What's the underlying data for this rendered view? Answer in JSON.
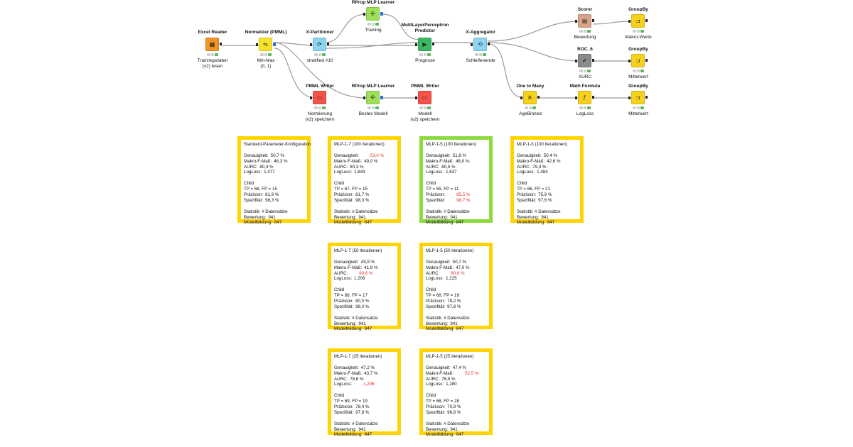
{
  "workflow": {
    "nodes": [
      {
        "id": "excel-reader",
        "title": "Excel Reader",
        "label": "Trainingsdaten\n(v2) lesen",
        "icon": "excel-reader-icon",
        "color": "#f29424"
      },
      {
        "id": "normalizer",
        "title": "Normalizer (PMML)",
        "label": "Min-Max\n(0, 1)",
        "icon": "normalizer-icon",
        "color": "#f8e22c"
      },
      {
        "id": "x-partitioner",
        "title": "X-Partitioner",
        "label": "stratified #10",
        "icon": "loop-start-icon",
        "color": "#8dd4f1"
      },
      {
        "id": "rprop-learner-1",
        "title": "RProp MLP Learner",
        "label": "Training",
        "icon": "neural-net-icon",
        "color": "#9fe05a"
      },
      {
        "id": "mlp-predictor",
        "title": "MultiLayerPerceptron\nPredictor",
        "label": "Prognose",
        "icon": "predictor-icon",
        "color": "#39b860"
      },
      {
        "id": "x-aggregator",
        "title": "X-Aggregator",
        "label": "Schleifenende",
        "icon": "loop-end-icon",
        "color": "#8dd4f1"
      },
      {
        "id": "scorer",
        "title": "Scorer",
        "label": "Bewertung",
        "icon": "scorer-icon",
        "color": "#d8a48a"
      },
      {
        "id": "groupby-1",
        "title": "GroupBy",
        "label": "Makro-Werte",
        "icon": "groupby-icon",
        "color": "#f8d11c"
      },
      {
        "id": "roc",
        "title": "ROC_6",
        "label": "AURC",
        "icon": "roc-icon",
        "color": "#8b8b8b"
      },
      {
        "id": "groupby-2",
        "title": "GroupBy",
        "label": "Mittelwert",
        "icon": "groupby-icon",
        "color": "#f8d11c"
      },
      {
        "id": "pmml-writer-1",
        "title": "PMML Writer",
        "label": "Normierung\n(v2) speichern",
        "icon": "pmml-writer-icon",
        "color": "#f4534a"
      },
      {
        "id": "rprop-learner-2",
        "title": "RProp MLP Learner",
        "label": "Bestes Modell",
        "icon": "neural-net-icon",
        "color": "#9fe05a"
      },
      {
        "id": "pmml-writer-2",
        "title": "PMML Writer",
        "label": "Modell\n(v2) speichern",
        "icon": "pmml-writer-icon",
        "color": "#f4534a"
      },
      {
        "id": "one-to-many",
        "title": "One to Many",
        "label": "AgeBinned",
        "icon": "one-to-many-icon",
        "color": "#f8d11c"
      },
      {
        "id": "math-formula",
        "title": "Math Formula",
        "label": "LogLoss",
        "icon": "math-formula-icon",
        "color": "#f8d11c"
      },
      {
        "id": "groupby-3",
        "title": "GroupBy",
        "label": "Mittelwert",
        "icon": "groupby-icon",
        "color": "#f8d11c"
      }
    ]
  },
  "annotations": [
    {
      "id": "std",
      "title": "Standard-Parameter-Konfiguration",
      "rows": [
        {
          "k": "Genauigkeit:",
          "v": "50,7 %"
        },
        {
          "k": "Makro-F-Maß:",
          "v": "46,3 %"
        },
        {
          "k": "AURC:",
          "v": "80,4 %"
        },
        {
          "k": "LogLoss:",
          "v": "1,477"
        }
      ],
      "child_tp": "TP = 68, FP = 15",
      "child_rows": [
        {
          "k": "Präzision:",
          "v": "81,9 %"
        },
        {
          "k": "Spezifität:",
          "v": "98,3 %"
        }
      ],
      "bewertung": "941",
      "modellbildung": "847",
      "border": "#ffd400"
    },
    {
      "id": "mlp17-100",
      "title": "MLP-1-7 (100 Iterationen)",
      "rows": [
        {
          "k": "Genauigkeit:",
          "v": "53,0 %",
          "red": true
        },
        {
          "k": "Makro-F-Maß:",
          "v": "49,0 %"
        },
        {
          "k": "AURC:",
          "v": "80,3 %"
        },
        {
          "k": "LogLoss:",
          "v": "1,643"
        }
      ],
      "child_tp": "TP = 67, FP = 15",
      "child_rows": [
        {
          "k": "Präzision:",
          "v": "81,7 %"
        },
        {
          "k": "Spezifität:",
          "v": "98,3 %"
        }
      ],
      "bewertung": "941",
      "modellbildung": "847",
      "border": "#ffd400"
    },
    {
      "id": "mlp15-100",
      "title": "MLP-1-5 (100 Iterationen)",
      "rows": [
        {
          "k": "Genauigkeit:",
          "v": "51,8 %"
        },
        {
          "k": "Makro-F-Maß:",
          "v": "46,0 %"
        },
        {
          "k": "AURC:",
          "v": "80,5 %"
        },
        {
          "k": "LogLoss:",
          "v": "1,637"
        }
      ],
      "child_tp": "TP = 65, FP = 11",
      "child_rows": [
        {
          "k": "Präzision:",
          "v": "85,5 %",
          "red": true
        },
        {
          "k": "Spezifität:",
          "v": "98,7 %",
          "red": true
        }
      ],
      "bewertung": "941",
      "modellbildung": "847",
      "border": "#8ed93e"
    },
    {
      "id": "mlp13-100",
      "title": "MLP-1-3 (100 Iterationen)",
      "rows": [
        {
          "k": "Genauigkeit:",
          "v": "50,4 %"
        },
        {
          "k": "Makro-F-Maß:",
          "v": "42,6 %"
        },
        {
          "k": "AURC:",
          "v": "79,4 %"
        },
        {
          "k": "LogLoss:",
          "v": "1,484"
        }
      ],
      "child_tp": "TP = 66, FP = 21",
      "child_rows": [
        {
          "k": "Präzision:",
          "v": "75,9 %"
        },
        {
          "k": "Spezifität:",
          "v": "97,6 %"
        }
      ],
      "bewertung": "941",
      "modellbildung": "847",
      "border": "#ffd400"
    },
    {
      "id": "mlp17-50",
      "title": "MLP-1-7 (50 Iterationen)",
      "rows": [
        {
          "k": "Genauigkeit:",
          "v": "49,9 %"
        },
        {
          "k": "Makro-F-Maß:",
          "v": "41,9 %"
        },
        {
          "k": "AURC:",
          "v": "80,6 %",
          "red": true
        },
        {
          "k": "LogLoss:",
          "v": "1,208"
        }
      ],
      "child_tp": "TP = 68, FP = 17",
      "child_rows": [
        {
          "k": "Präzision:",
          "v": "80,0 %"
        },
        {
          "k": "Spezifität:",
          "v": "98,0 %"
        }
      ],
      "bewertung": "941",
      "modellbildung": "847",
      "border": "#ffd400"
    },
    {
      "id": "mlp15-50",
      "title": "MLP-1-5 (50 Iterationen)",
      "rows": [
        {
          "k": "Genauigkeit:",
          "v": "50,7 %"
        },
        {
          "k": "Makro-F-Maß:",
          "v": "47,0 %"
        },
        {
          "k": "AURC:",
          "v": "80,6 %",
          "red": true
        },
        {
          "k": "LogLoss:",
          "v": "1,225"
        }
      ],
      "child_tp": "TP = 68, FP = 19",
      "child_rows": [
        {
          "k": "Präzision:",
          "v": "78,2 %"
        },
        {
          "k": "Spezifität:",
          "v": "97,8 %"
        }
      ],
      "bewertung": "941",
      "modellbildung": "847",
      "border": "#ffd400"
    },
    {
      "id": "mlp17-25",
      "title": "MLP-1-7 (25 Iterationen)",
      "rows": [
        {
          "k": "Genauigkeit:",
          "v": "47,2 %"
        },
        {
          "k": "Makro-F-Maß:",
          "v": "43,7 %"
        },
        {
          "k": "AURC:",
          "v": "78,6 %"
        },
        {
          "k": "LogLoss:",
          "v": "1,206",
          "red": true
        }
      ],
      "child_tp": "TP = 69, FP = 19",
      "child_rows": [
        {
          "k": "Präzision:",
          "v": "78,4 %"
        },
        {
          "k": "Spezifität:",
          "v": "97,8 %"
        }
      ],
      "bewertung": "941",
      "modellbildung": "847",
      "border": "#ffd400"
    },
    {
      "id": "mlp15-25",
      "title": "MLP-1-5 (25 Iterationen)",
      "rows": [
        {
          "k": "Genauigkeit:",
          "v": "47,4 %"
        },
        {
          "k": "Makro-F-Maß:",
          "v": "52,5 %",
          "red": true
        },
        {
          "k": "AURC:",
          "v": "76,5 %"
        },
        {
          "k": "LogLoss:",
          "v": "1,280"
        }
      ],
      "child_tp": "TP = 68, FP = 28",
      "child_rows": [
        {
          "k": "Präzision:",
          "v": "70,8 %"
        },
        {
          "k": "Spezifität:",
          "v": "96,8 %"
        }
      ],
      "bewertung": "941",
      "modellbildung": "847",
      "border": "#ffd400"
    }
  ],
  "common": {
    "child_label": "Child",
    "statistik_label": "Statistik: # Datensätze",
    "bewertung_label": "Bewertung:",
    "modellbildung_label": "Modellbildung:"
  }
}
